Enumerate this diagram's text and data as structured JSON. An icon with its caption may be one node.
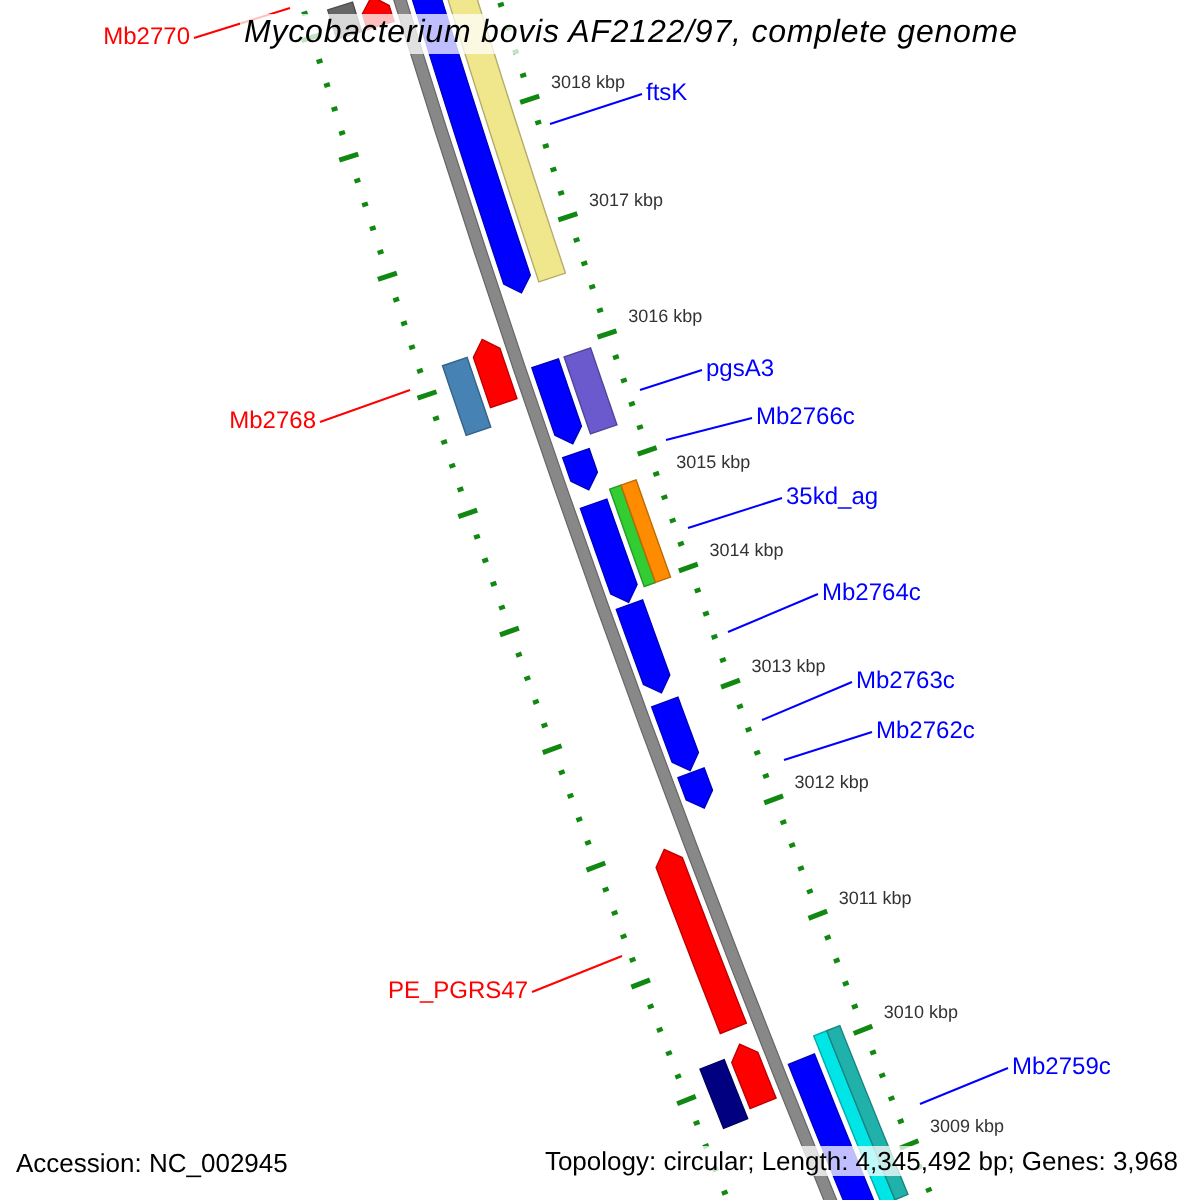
{
  "diagram": {
    "title": "Mycobacterium bovis AF2122/97, complete genome",
    "nodes": [
      {
        "text": [
          "Mb2770"
        ]
      },
      {
        "text": [
          "ftsK"
        ]
      },
      {
        "text": [
          "pgsA3"
        ]
      },
      {
        "text": [
          "Mb2768"
        ]
      },
      {
        "text": [
          "Mb2766c"
        ]
      },
      {
        "text": [
          "35kd_ag"
        ]
      },
      {
        "text": [
          "Mb2764c"
        ]
      },
      {
        "text": [
          "Mb2763c"
        ]
      },
      {
        "text": [
          "Mb2762c"
        ]
      },
      {
        "text": [
          "PE_PGRS47"
        ]
      },
      {
        "text": [
          "Mb2759c"
        ]
      }
    ],
    "edges": [
      {
        "from": 0,
        "to": null,
        "arrow": "none",
        "color": "#ff0000"
      },
      {
        "from": 1,
        "to": null,
        "arrow": "none"
      },
      {
        "from": 2,
        "to": null,
        "arrow": "none"
      },
      {
        "from": 3,
        "to": null,
        "arrow": "none",
        "color": "#ff0000"
      },
      {
        "from": 4,
        "to": null,
        "arrow": "none"
      },
      {
        "from": 5,
        "to": null,
        "arrow": "none"
      },
      {
        "from": 6,
        "to": null,
        "arrow": "none"
      },
      {
        "from": 7,
        "to": null,
        "arrow": "none"
      },
      {
        "from": 8,
        "to": null,
        "arrow": "none"
      },
      {
        "from": 9,
        "to": null,
        "arrow": "none",
        "color": "#ff0000"
      },
      {
        "from": 10,
        "to": null,
        "arrow": "none"
      }
    ],
    "labels": [
      "3018 kbp",
      "3017 kbp",
      "3016 kbp",
      "3015 kbp",
      "3014 kbp",
      "3013 kbp",
      "3012 kbp",
      "3011 kbp",
      "3010 kbp",
      "3009 kbp",
      "Accession: NC_002945",
      "Topology: circular; Length: 4,345,492 bp; Genes: 3,968"
    ]
  }
}
